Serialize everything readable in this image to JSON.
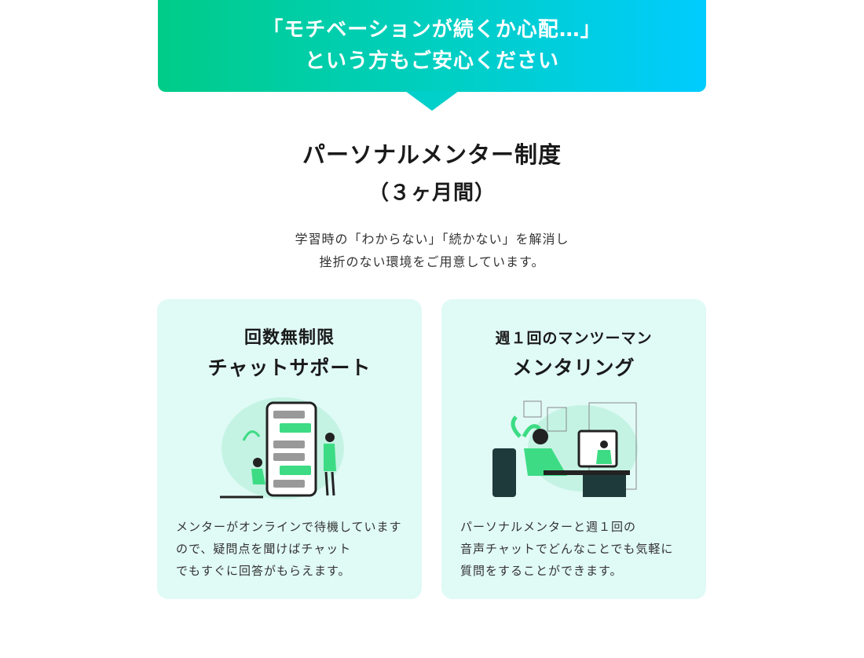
{
  "banner": {
    "line1": "「モチベーションが続くか心配…」",
    "line2": "という方もご安心ください"
  },
  "heading": {
    "line1": "パーソナルメンター制度",
    "line2": "（３ヶ月間）"
  },
  "lead": {
    "line1": "学習時の「わからない」「続かない」を解消し",
    "line2": "挫折のない環境をご用意しています。"
  },
  "cards": [
    {
      "title1": "回数無制限",
      "title2": "チャットサポート",
      "description": "メンターがオンラインで待機しています\nので、疑問点を聞けばチャット\nでもすぐに回答がもらえます。",
      "illustration": "chat-support-illustration"
    },
    {
      "title1": "週１回のマンツーマン",
      "title2": "メンタリング",
      "description": "パーソナルメンターと週１回の\n音声チャットでどんなことでも気軽に\n質問をすることができます。",
      "illustration": "video-mentoring-illustration"
    }
  ],
  "colors": {
    "gradient_start": "#00cc88",
    "gradient_end": "#00ccff",
    "card_bg": "#e0faf6",
    "accent": "#3ddc84"
  }
}
